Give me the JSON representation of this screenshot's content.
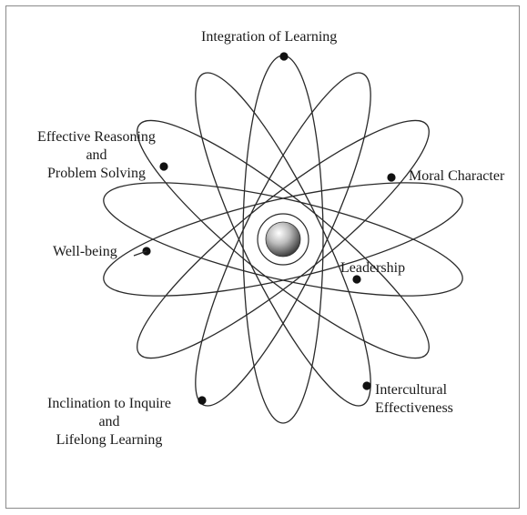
{
  "labels": {
    "integration_of_learning": "Integration of Learning",
    "moral_character": "Moral Character",
    "leadership": "Leadership",
    "intercultural_line1": "Intercultural",
    "intercultural_line2": "Effectiveness",
    "inclination_line1": "Inclination to Inquire",
    "inclination_line2": "and",
    "inclination_line3": "Lifelong Learning",
    "well_being": "Well-being",
    "reasoning_line1": "Effective Reasoning",
    "reasoning_line2": "and",
    "reasoning_line3": "Problem Solving"
  },
  "colors": {
    "ink": "#1a1a1a",
    "orbit": "#2a2a2a",
    "nucleus_light": "#ffffff",
    "nucleus_dark": "#3a3a3a",
    "frame": "#8a8a8a"
  }
}
